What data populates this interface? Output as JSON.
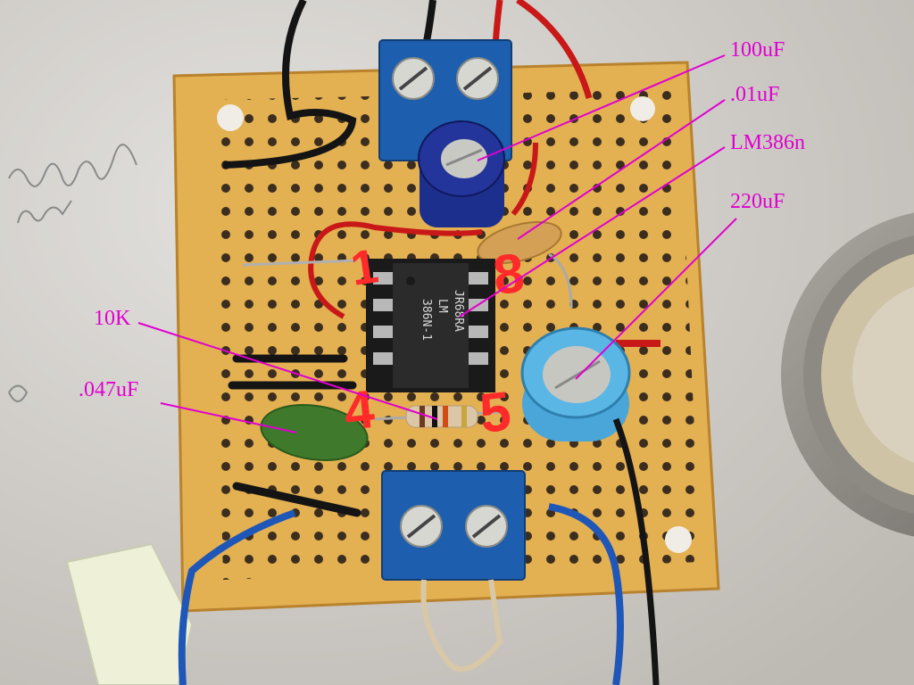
{
  "callouts": {
    "cap_100uf": "100uF",
    "cap_01uf": ".01uF",
    "ic": "LM386n",
    "cap_220uf": "220uF",
    "resistor": "10K",
    "cap_047uf": ".047uF"
  },
  "pins": {
    "p1": "1",
    "p8": "8",
    "p4": "4",
    "p5": "5"
  },
  "chip_marking": {
    "line1": "JR68RA",
    "line2": "LM",
    "line3": "386N-1"
  },
  "handwriting": {
    "line1": "anay fur",
    "line2": "pert"
  },
  "colors": {
    "annotation": "#e000d0",
    "pin_numbers": "#ff2a2a",
    "board": "#e3b052",
    "terminal_block": "#1d5fae"
  }
}
